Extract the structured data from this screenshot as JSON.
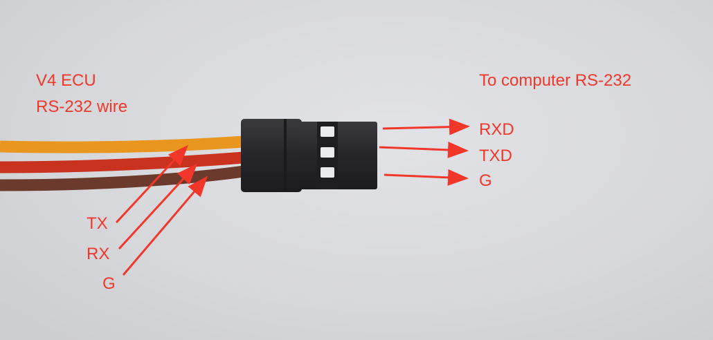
{
  "title_left": {
    "line1": "V4 ECU",
    "line2": "RS-232 wire"
  },
  "title_right": "To computer RS-232",
  "connector_pins": [
    "RXD",
    "TXD",
    "G"
  ],
  "wire_labels": [
    "TX",
    "RX",
    "G"
  ],
  "colors": {
    "annotation": "#f2372a",
    "wire_orange": "#e9961f",
    "wire_red": "#c9321f",
    "wire_brown": "#6b3a2c",
    "connector": "#2b2b2d"
  }
}
